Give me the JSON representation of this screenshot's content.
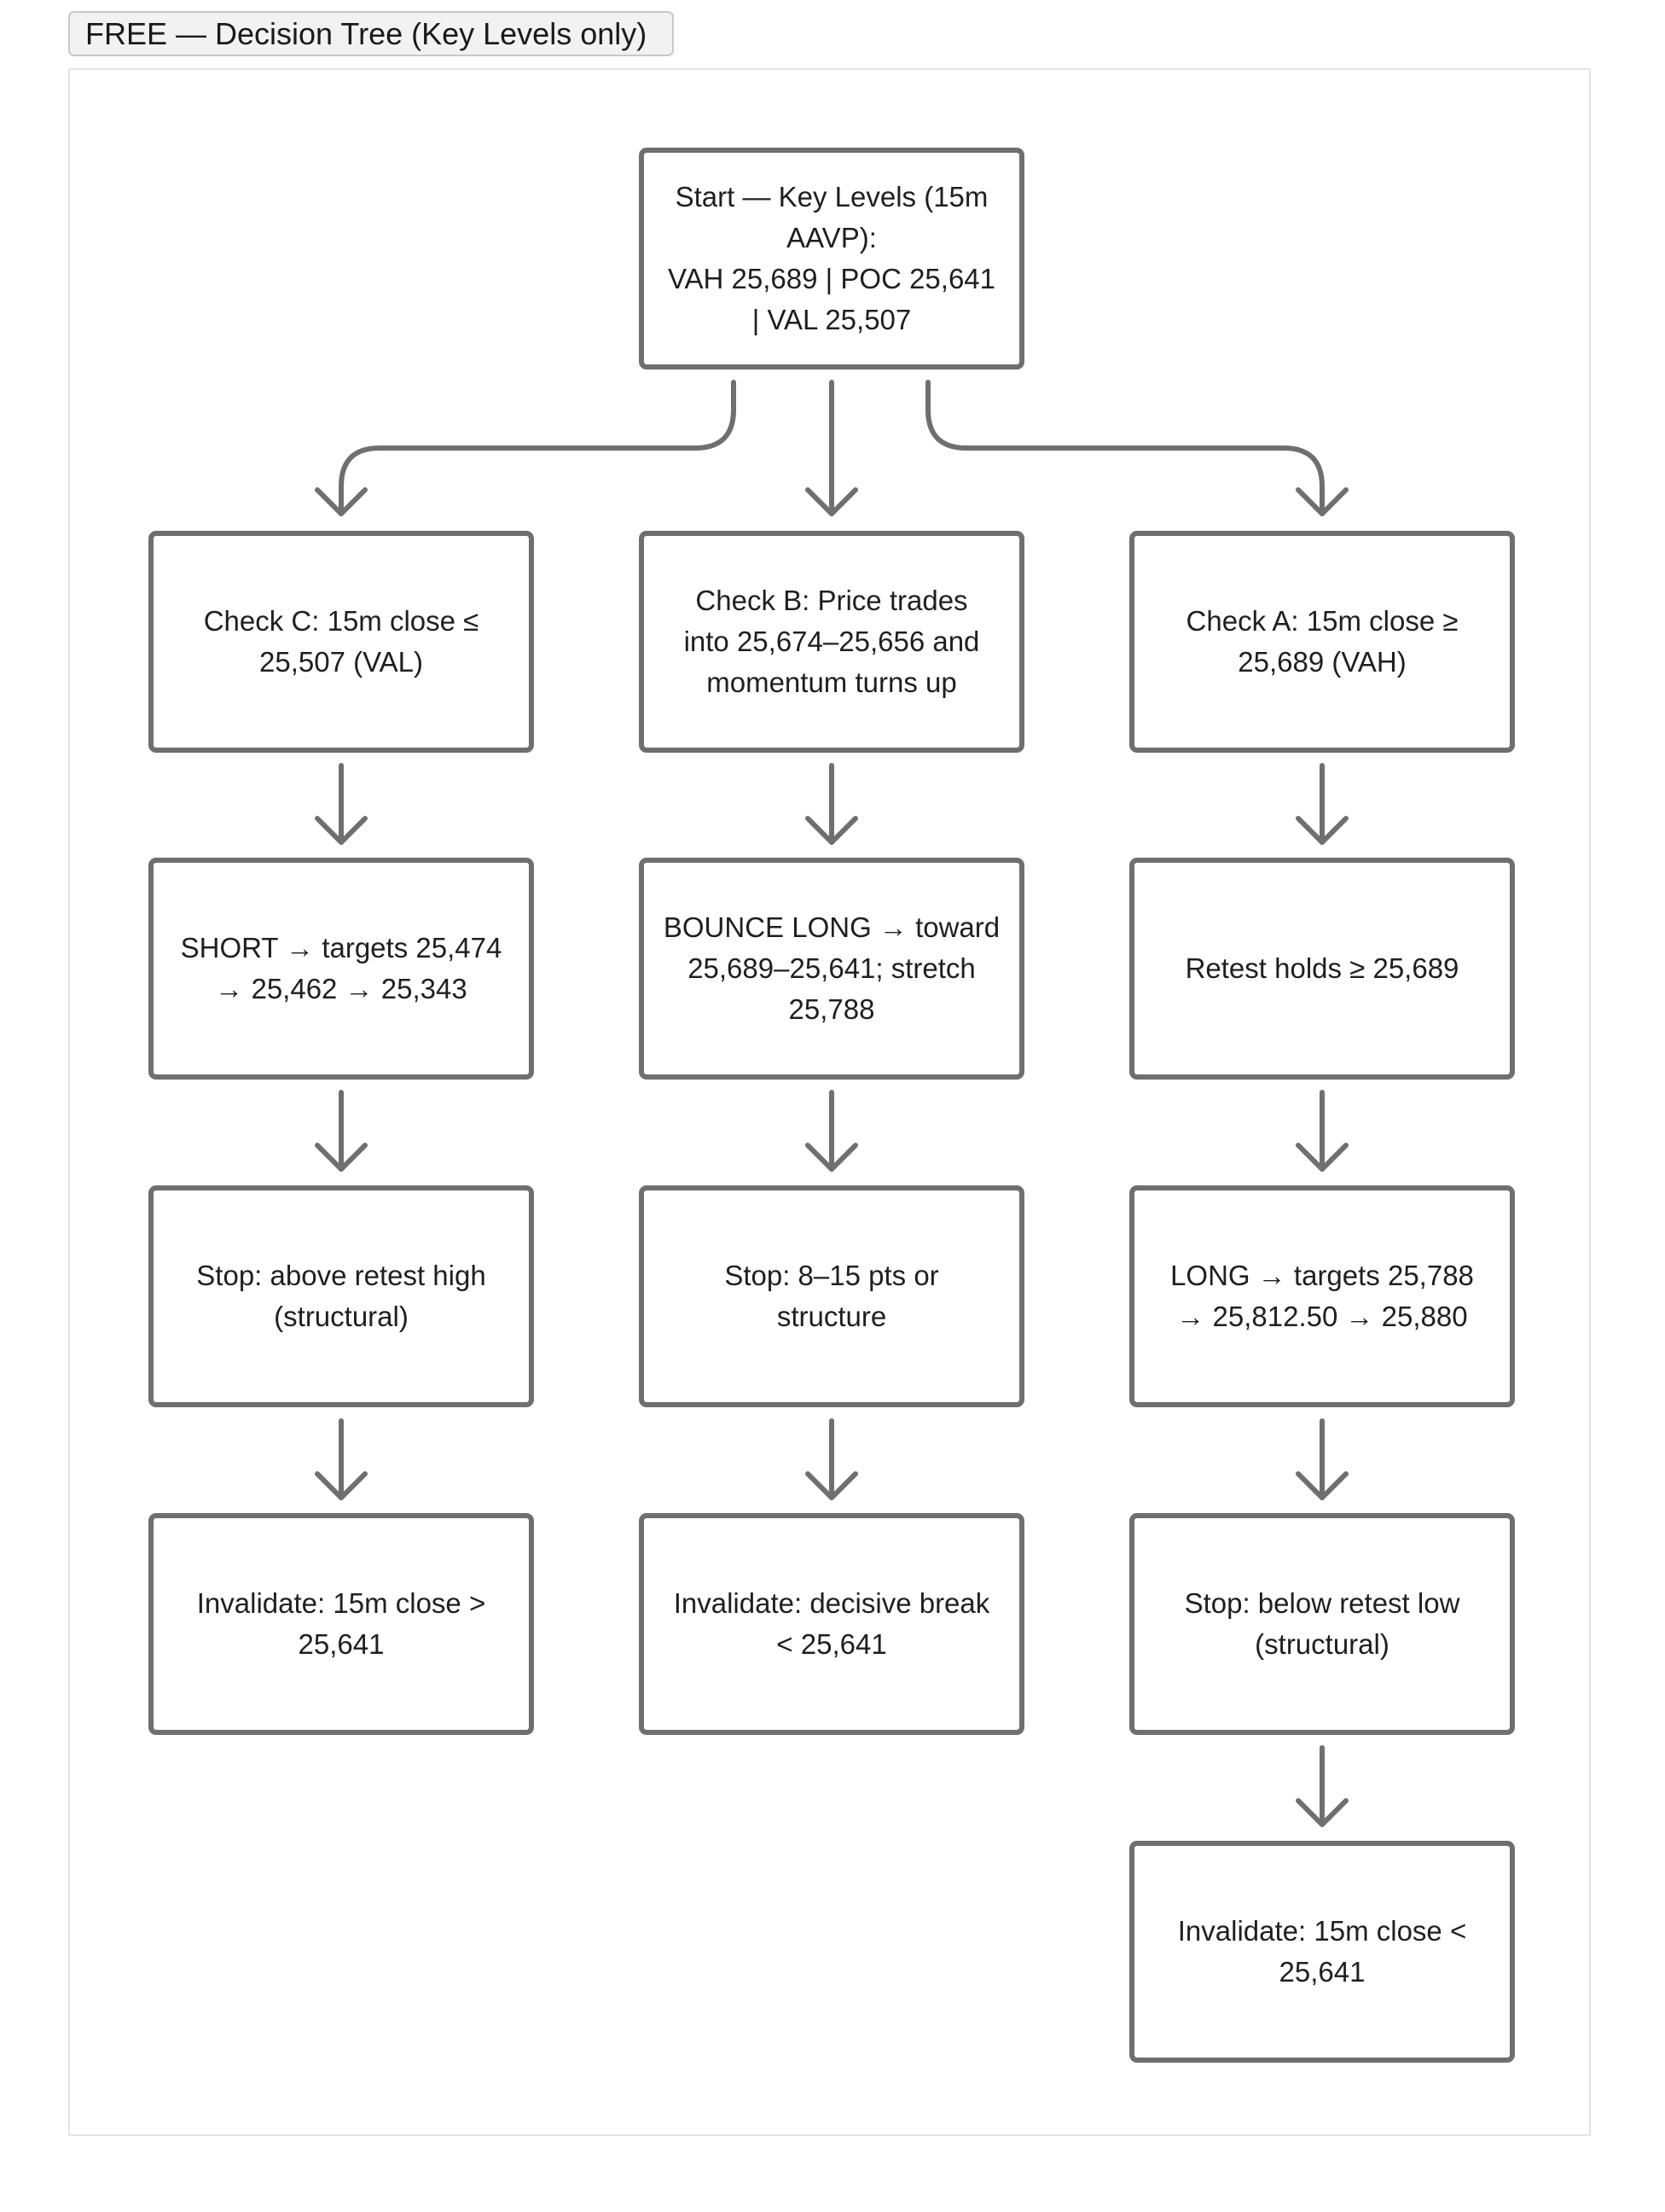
{
  "header": {
    "title": "FREE — Decision Tree (Key Levels only)"
  },
  "colors": {
    "node_border": "#6f6f6f",
    "connector": "#6f6f6f",
    "tab_background": "#f2f2f2",
    "frame_border": "#e4e4e4"
  },
  "tree": {
    "start": "Start — Key Levels (15m\nAAVP):\nVAH 25,689 | POC 25,641\n| VAL 25,507",
    "branch_c": {
      "check": "Check C: 15m close ≤\n25,507 (VAL)",
      "action": "SHORT → targets 25,474\n→ 25,462 → 25,343",
      "stop": "Stop: above retest high\n(structural)",
      "invalidate": "Invalidate: 15m close >\n25,641"
    },
    "branch_b": {
      "check": "Check B: Price trades\ninto 25,674–25,656 and\nmomentum turns up",
      "action": "BOUNCE LONG → toward\n25,689–25,641; stretch\n25,788",
      "stop": "Stop: 8–15 pts or\nstructure",
      "invalidate": "Invalidate: decisive break\n< 25,641"
    },
    "branch_a": {
      "check": "Check A: 15m close ≥\n25,689 (VAH)",
      "confirm": "Retest holds ≥ 25,689",
      "action": "LONG → targets 25,788\n→ 25,812.50 → 25,880",
      "stop": "Stop: below retest low\n(structural)",
      "invalidate": "Invalidate: 15m close <\n25,641"
    }
  }
}
